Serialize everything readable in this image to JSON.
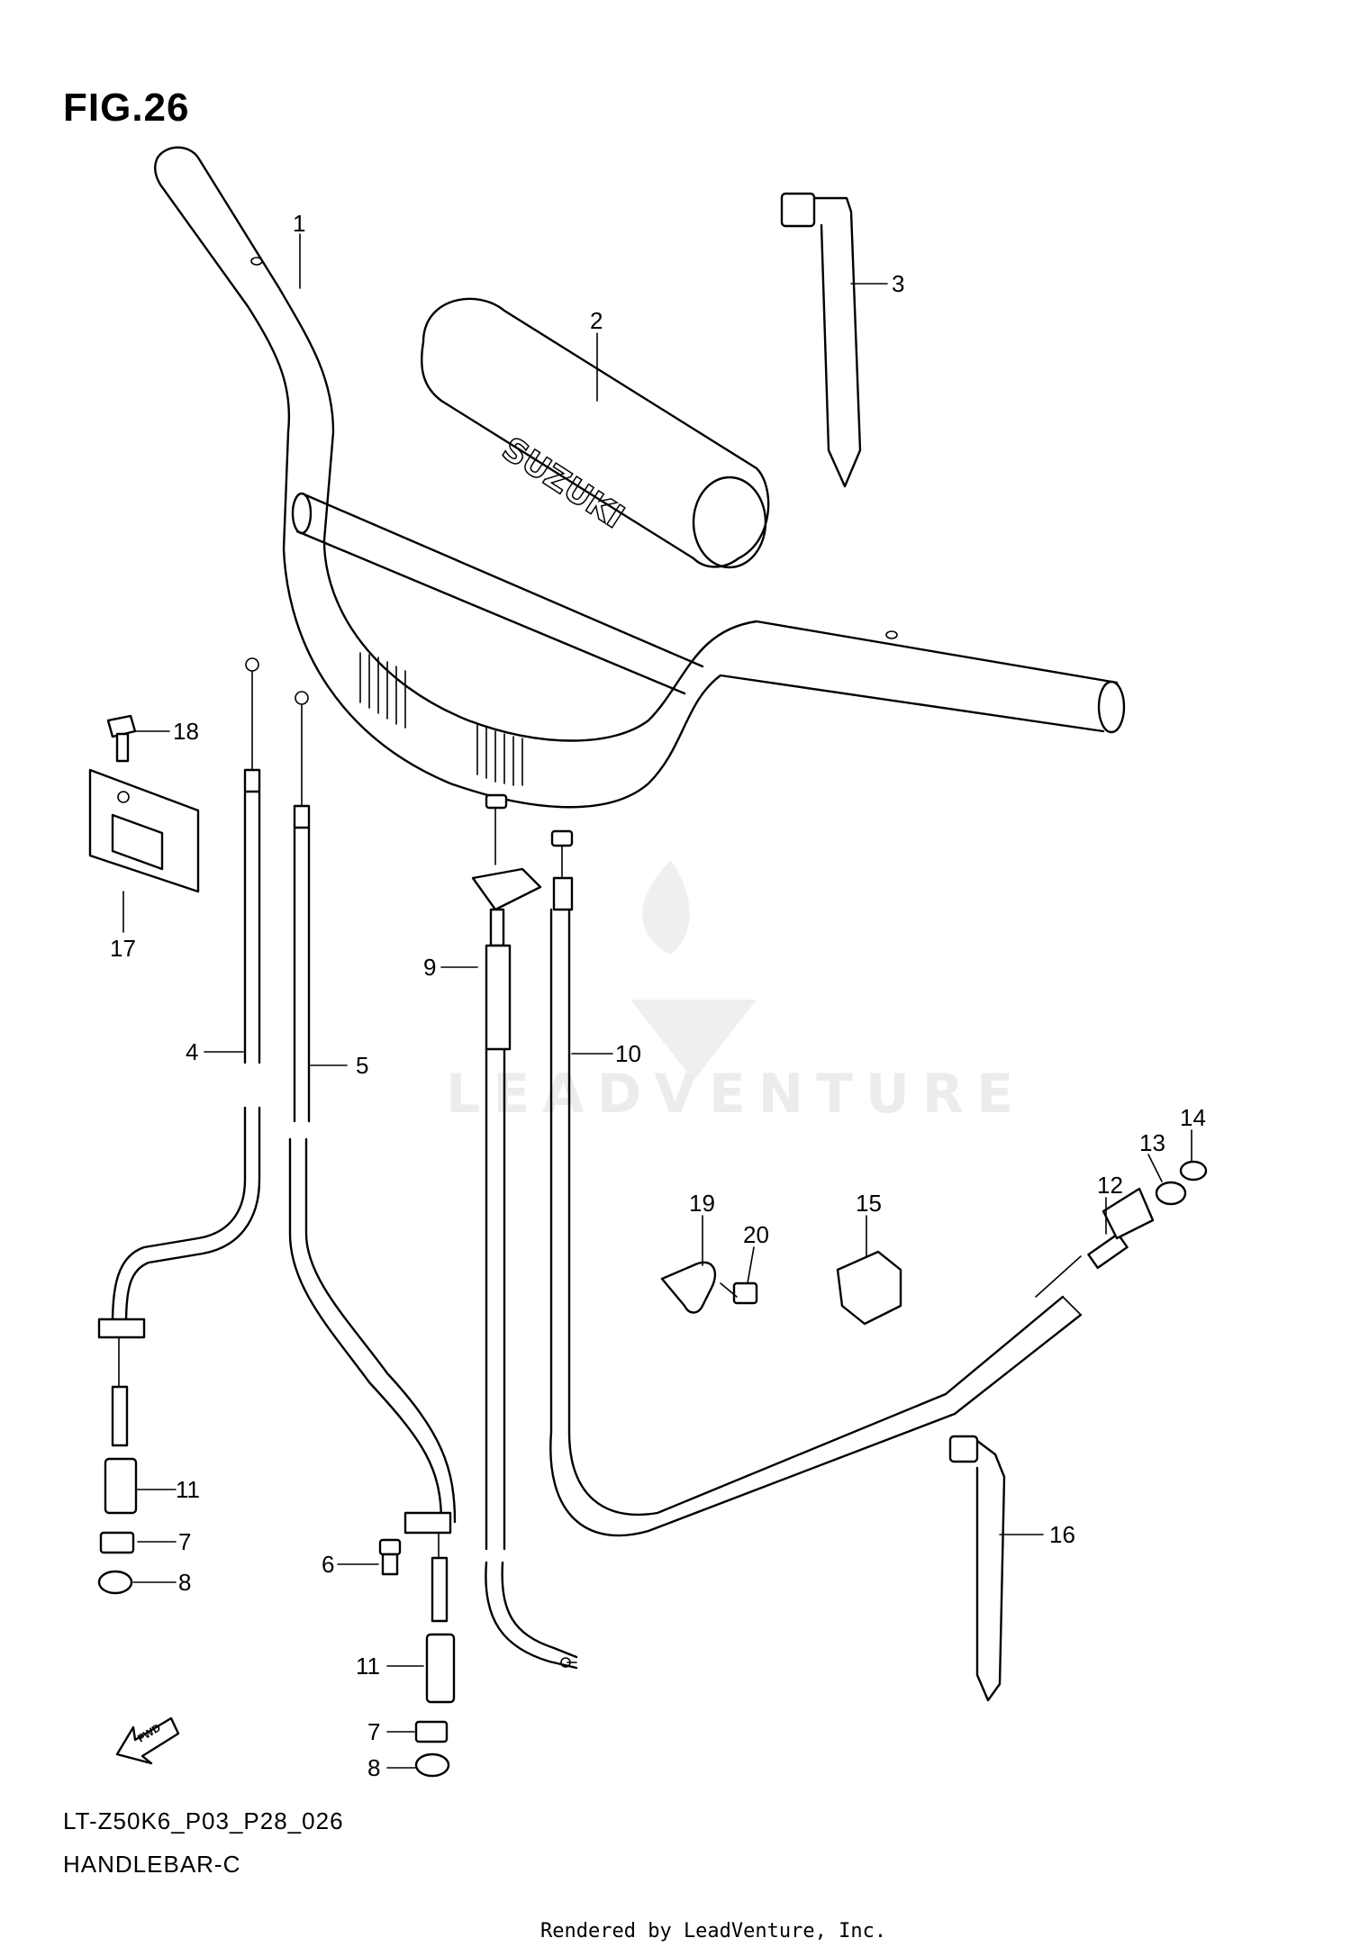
{
  "figure": {
    "title": "FIG.26"
  },
  "callouts": [
    "1",
    "2",
    "3",
    "4",
    "5",
    "6",
    "7",
    "8",
    "9",
    "10",
    "11",
    "12",
    "13",
    "14",
    "15",
    "16",
    "17",
    "18",
    "19",
    "20",
    "11",
    "7",
    "8"
  ],
  "grip_brand": "SUZUKI",
  "watermark": "LEADVENTURE",
  "fwd_label": "FWD",
  "footer": {
    "code": "LT-Z50K6_P03_P28_026",
    "name": "HANDLEBAR-C",
    "rendered": "Rendered by LeadVenture, Inc."
  }
}
